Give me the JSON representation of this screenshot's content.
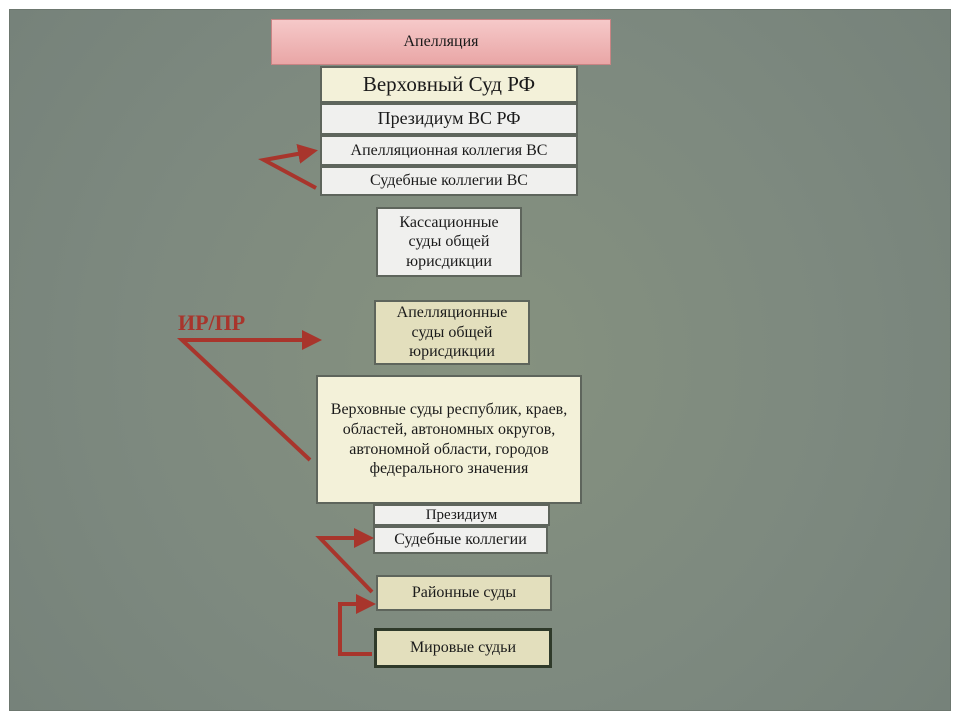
{
  "diagram": {
    "top_label": "Апелляция",
    "side_label": "ИР/ПР",
    "boxes": {
      "vs_rf": "Верховный Суд РФ",
      "presidium_vs": "Президиум ВС РФ",
      "appeal_board_vs": "Апелляционная коллегия ВС",
      "judicial_boards_vs": "Судебные коллегии ВС",
      "cassation_courts": "Кассационные суды общей юрисдикции",
      "appeal_courts": "Апелляционные суды общей юрисдикции",
      "regional_courts": "Верховные суды республик, краев, областей, автономных округов, автономной области, городов федерального значения",
      "presidium_regional": "Президиум",
      "judicial_boards_regional": "Судебные коллегии",
      "district_courts": "Районные суды",
      "magistrates": "Мировые судьи"
    },
    "colors": {
      "background": "#7e8a80",
      "arrow": "#a8352c",
      "top_label_fill": "#ee b8b8"
    }
  }
}
